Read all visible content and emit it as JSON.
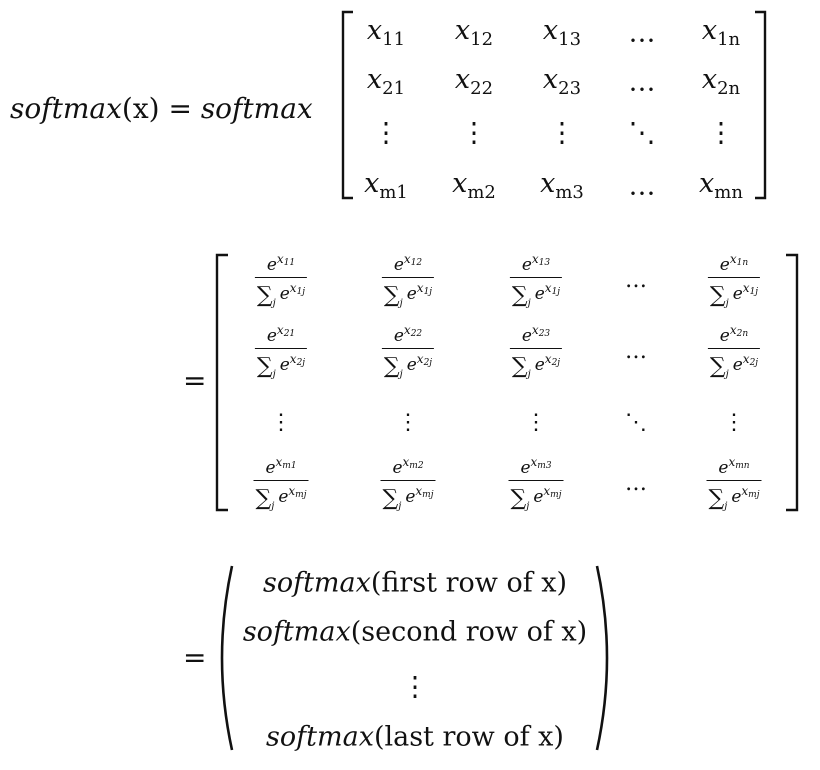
{
  "lhs": {
    "func": "softmax",
    "arg": "(x)",
    "eq": "="
  },
  "matrix_func": "softmax",
  "x_matrix": {
    "rows": [
      [
        [
          "x",
          "11"
        ],
        [
          "x",
          "12"
        ],
        [
          "x",
          "13"
        ],
        [
          "…",
          ""
        ],
        [
          "x",
          "1n"
        ]
      ],
      [
        [
          "x",
          "21"
        ],
        [
          "x",
          "22"
        ],
        [
          "x",
          "23"
        ],
        [
          "…",
          ""
        ],
        [
          "x",
          "2n"
        ]
      ],
      [
        [
          "⋮",
          ""
        ],
        [
          "⋮",
          ""
        ],
        [
          "⋮",
          ""
        ],
        [
          "⋱",
          ""
        ],
        [
          "⋮",
          ""
        ]
      ],
      [
        [
          "x",
          "m1"
        ],
        [
          "x",
          "m2"
        ],
        [
          "x",
          "m3"
        ],
        [
          "…",
          ""
        ],
        [
          "x",
          "mn"
        ]
      ]
    ]
  },
  "eq2": "=",
  "frac_matrix": {
    "rows": [
      {
        "type": "frac",
        "den_sub": "1j",
        "cells": [
          "11",
          "12",
          "13",
          "…",
          "1n"
        ]
      },
      {
        "type": "frac",
        "den_sub": "2j",
        "cells": [
          "21",
          "22",
          "23",
          "…",
          "2n"
        ]
      },
      {
        "type": "dots",
        "cells": [
          "⋮",
          "⋮",
          "⋮",
          "⋱",
          "⋮"
        ]
      },
      {
        "type": "frac",
        "den_sub": "mj",
        "cells": [
          "m1",
          "m2",
          "m3",
          "…",
          "mn"
        ]
      }
    ],
    "e": "e",
    "x": "x",
    "sum": "∑",
    "sum_index": "j"
  },
  "eq3": "=",
  "vector": {
    "rows": [
      {
        "func": "softmax",
        "text": "(first row of x)"
      },
      {
        "func": "softmax",
        "text": "(second row of x)"
      },
      {
        "func": "",
        "text": "⋮"
      },
      {
        "func": "softmax",
        "text": "(last row of x)"
      }
    ]
  }
}
